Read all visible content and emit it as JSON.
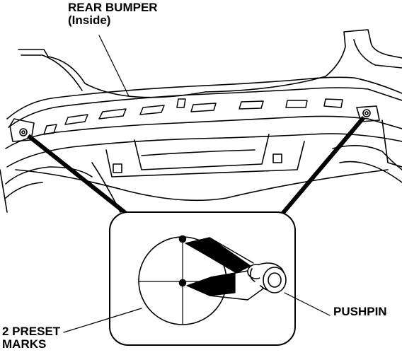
{
  "labels": {
    "bumper_line1": "REAR BUMPER",
    "bumper_line2": "(Inside)",
    "pushpin": "PUSHPIN",
    "marks_line1": "2 PRESET",
    "marks_line2": "MARKS"
  }
}
